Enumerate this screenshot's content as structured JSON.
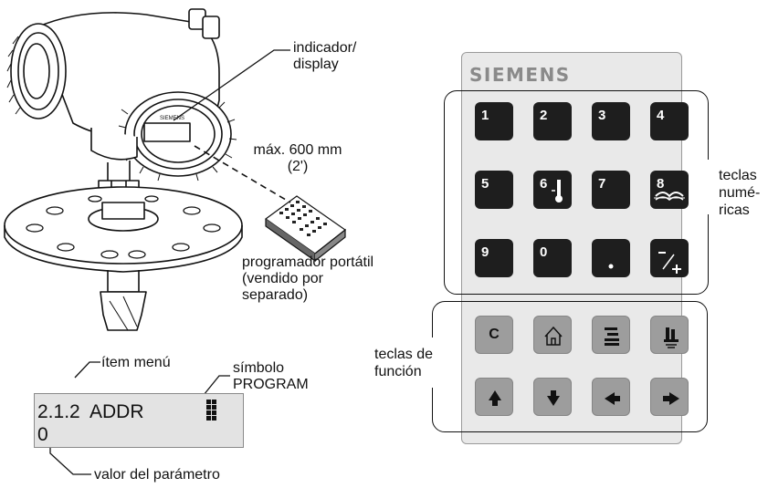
{
  "device_labels": {
    "indicator": "indicador/\ndisplay",
    "distance": "máx. 600 mm\n(2')",
    "programmer": "programador portátil\n(vendido por\nseparado)",
    "device_brand": "SIEMENS"
  },
  "remote": {
    "brand": "SIEMENS",
    "numeric_keys": [
      "1",
      "2",
      "3",
      "4",
      "5",
      "6",
      "7",
      "8",
      "9",
      "0",
      "•",
      "−/+"
    ],
    "numeric_label": "teclas\nnumé-\nricas",
    "function_keys": [
      {
        "label": "C",
        "icon": "clear-icon"
      },
      {
        "label": "",
        "icon": "home-icon"
      },
      {
        "label": "",
        "icon": "menu-list-icon"
      },
      {
        "label": "",
        "icon": "level-transfer-icon"
      },
      {
        "label": "",
        "icon": "arrow-up-icon"
      },
      {
        "label": "",
        "icon": "arrow-down-icon"
      },
      {
        "label": "",
        "icon": "arrow-left-icon"
      },
      {
        "label": "",
        "icon": "arrow-right-icon"
      }
    ],
    "function_label": "teclas de\nfunción"
  },
  "lcd": {
    "menu_item": "2.1.2",
    "param_name": "ADDR",
    "value": "0",
    "label_menu_item": "ítem menú",
    "label_symbol": "símbolo\nPROGRAM",
    "label_value": "valor del parámetro"
  }
}
